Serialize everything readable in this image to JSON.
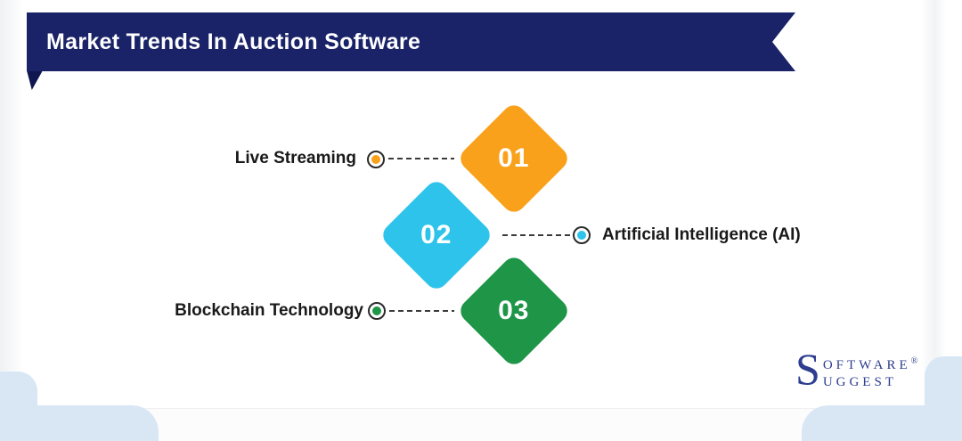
{
  "header": {
    "title": "Market Trends In Auction Software"
  },
  "colors": {
    "ribbon_navy": "#1A2368",
    "ribbon_fold": "#10164F",
    "orange": "#F9A11B",
    "cyan": "#2EC3EB",
    "green": "#1E9547",
    "background_blue": "#D9E7F5",
    "label_text": "#191919",
    "logo_navy": "#2E3D8F"
  },
  "trends": [
    {
      "number": "01",
      "label": "Live Streaming",
      "color": "#F9A11B"
    },
    {
      "number": "02",
      "label": "Artificial Intelligence (AI)",
      "color": "#2EC3EB"
    },
    {
      "number": "03",
      "label": "Blockchain Technology",
      "color": "#1E9547"
    }
  ],
  "logo": {
    "initial": "S",
    "word_rest_top": "OFTWARE",
    "word_rest_bottom": "UGGEST",
    "registered_mark": "®"
  }
}
